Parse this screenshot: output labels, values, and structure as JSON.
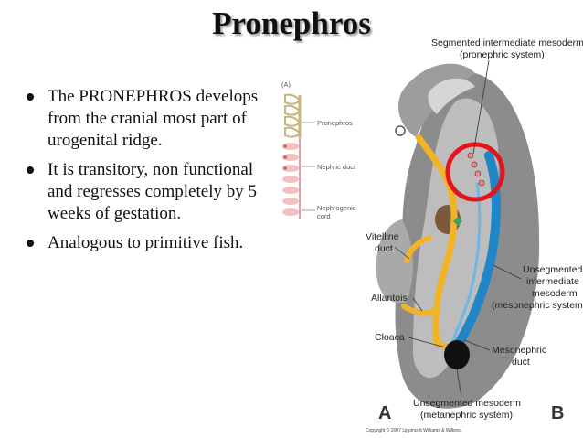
{
  "slide": {
    "title": "Pronephros",
    "bullets": [
      "The PRONEPHROS develops from the cranial most part of urogenital ridge.",
      "It is transitory, non functional and regresses completely by 5 weeks of gestation.",
      "Analogous to primitive fish."
    ]
  },
  "figure_a": {
    "panel_marker": "(A)",
    "labels": {
      "pronephros": "Pronephros",
      "nephric_duct": "Nephric duct",
      "nephrogenic_cord_1": "Nephrogenic",
      "nephrogenic_cord_2": "cord"
    }
  },
  "figure_b": {
    "labels": {
      "segmented_1": "Segmented intermediate mesoderm",
      "segmented_2": "(pronephric system)",
      "vitelline_1": "Vitelline",
      "vitelline_2": "duct",
      "unsegmented_1": "Unsegmented",
      "unsegmented_2": "intermediate",
      "unsegmented_3": "mesoderm",
      "unsegmented_4": "(mesonephric system)",
      "allantois": "Allantois",
      "cloaca": "Cloaca",
      "mesonephric_1": "Mesonephric",
      "mesonephric_2": "duct",
      "metanephric_1": "Unsegmented mesoderm",
      "metanephric_2": "(metanephric system)",
      "copyright": "Copyright © 2007 Lippincott Williams & Wilkins.",
      "panel_a": "A",
      "panel_b": "B"
    }
  },
  "colors": {
    "highlight_circle": "#e4141c",
    "duct_yellow": "#f2b425",
    "mesoderm_blue": "#1f86c8",
    "embryo_gray": "#8c8c8c",
    "nephron_pink": "#e58a8a"
  }
}
